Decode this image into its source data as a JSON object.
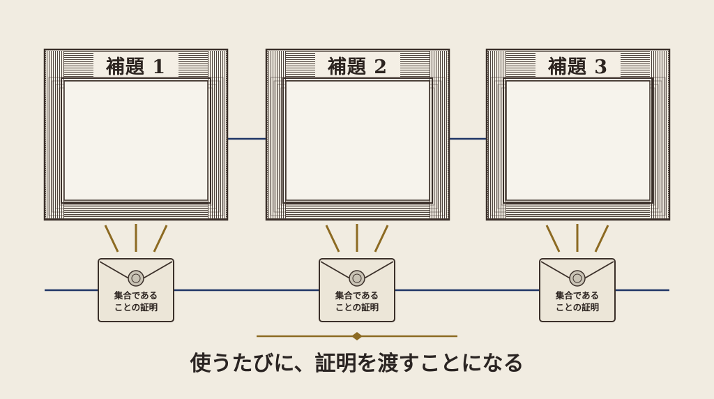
{
  "lemmas": [
    {
      "title": "補題 1",
      "envelope_label": [
        "集合である",
        "ことの証明"
      ]
    },
    {
      "title": "補題 2",
      "envelope_label": [
        "集合である",
        "ことの証明"
      ]
    },
    {
      "title": "補題 3",
      "envelope_label": [
        "集合である",
        "ことの証明"
      ]
    }
  ],
  "caption": "使うたびに、証明を渡すことになる",
  "colors": {
    "background": "#f1ece1",
    "frame_ink": "#3b302a",
    "connector": "#1f3566",
    "accent_gold": "#8c6a22",
    "envelope": "#ece6d8",
    "seal": "#c9c3b5"
  },
  "icons": [
    "frame-icon",
    "envelope-icon",
    "wax-seal-icon",
    "ray-icon",
    "diamond-icon"
  ]
}
